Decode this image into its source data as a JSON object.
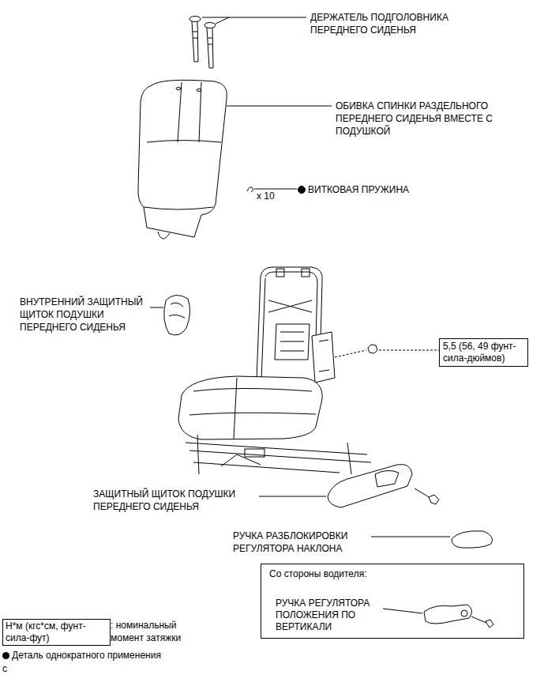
{
  "diagram": {
    "nodes": [
      {
        "text": [
          "5,5 (56, 49 фунт-сила-дюймов)"
        ]
      },
      {
        "text": [
          "Со стороны водителя:",
          "РУЧКА РЕГУЛЯТОРА ПОЛОЖЕНИЯ ПО ВЕРТИКАЛИ"
        ]
      },
      {
        "text": [
          "Н*м (кгс*см, фунт-сила-фут)"
        ]
      }
    ],
    "labels": [
      "ДЕРЖАТЕЛЬ ПОДГОЛОВНИКА ПЕРЕДНЕГО СИДЕНЬЯ",
      "ОБИВКА СПИНКИ РАЗДЕЛЬНОГО ПЕРЕДНЕГО СИДЕНЬЯ ВМЕСТЕ С ПОДУШКОЙ",
      "x 10",
      "ВИТКОВАЯ ПРУЖИНА",
      "ВНУТРЕННИЙ ЗАЩИТНЫЙ ЩИТОК ПОДУШКИ ПЕРЕДНЕГО СИДЕНЬЯ",
      "ЗАЩИТНЫЙ ЩИТОК ПОДУШКИ ПЕРЕДНЕГО СИДЕНЬЯ",
      "РУЧКА РАЗБЛОКИРОВКИ РЕГУЛЯТОРА НАКЛОНА",
      ": номинальный момент затяжки",
      "c"
    ],
    "legend": [
      {
        "text": "Деталь однократного применения"
      }
    ]
  }
}
